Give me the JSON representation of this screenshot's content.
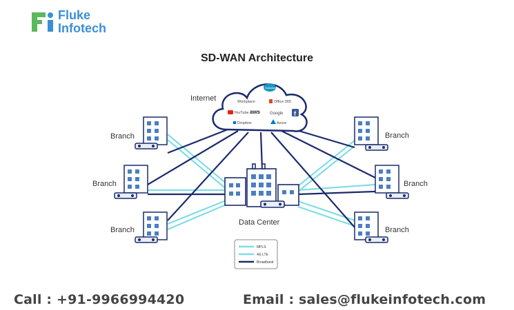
{
  "logo": {
    "line1": "Fluke",
    "line2": "Infotech",
    "mark": "Fi"
  },
  "title": "SD-WAN Architecture",
  "labels": {
    "internet": "Internet",
    "datacenter": "Data Center",
    "branch": "Branch"
  },
  "cloud_services": [
    "Salesforce",
    "Workplace",
    "Office 365",
    "YouTube",
    "aws",
    "Google",
    "facebook-icon",
    "Dropbox",
    "Azure"
  ],
  "legend": [
    "MPLS",
    "4G LTE",
    "Broadband"
  ],
  "colors": {
    "mpls": "#7fdde6",
    "lte": "#7fdde6",
    "broadband": "#1a2a6c",
    "accent_green": "#5cb85c",
    "accent_blue": "#3b8fd8"
  },
  "footer": {
    "call": "Call : +91-9966994420",
    "email": "Email : sales@flukeinfotech.com"
  }
}
